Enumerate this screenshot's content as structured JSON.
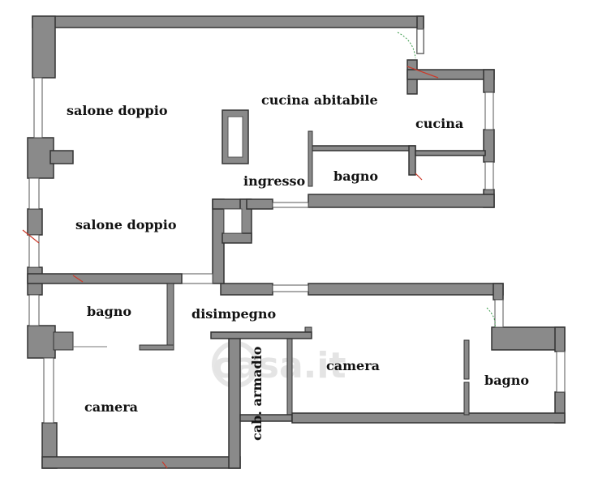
{
  "rooms": {
    "salone_doppio_1": "salone doppio",
    "salone_doppio_2": "salone doppio",
    "cucina_abitabile": "cucina abitabile",
    "cucina": "cucina",
    "ingresso": "ingresso",
    "bagno_1": "bagno",
    "bagno_2": "bagno",
    "bagno_3": "bagno",
    "disimpegno": "disimpegno",
    "camera_1": "camera",
    "camera_2": "camera",
    "cab_armadio": "cab. armadio"
  },
  "watermark": "casa.it",
  "colors": {
    "wall_fill": "#8a8a8a",
    "wall_stroke": "#333333",
    "door_arc": "#cc3a2a",
    "background": "#ffffff"
  }
}
